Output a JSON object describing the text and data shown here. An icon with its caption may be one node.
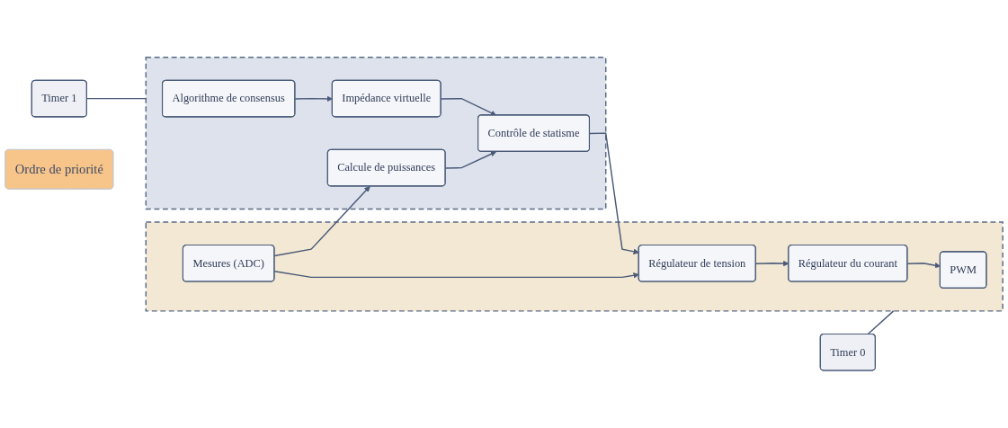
{
  "diagram": {
    "nodes": [
      {
        "text": [
          "Timer 0"
        ]
      },
      {
        "text": [],
        "shape": "box"
      },
      {
        "text": [
          "PWM"
        ],
        "in": 1
      },
      {
        "text": [
          "Régulateur du courant"
        ],
        "in": 1
      },
      {
        "text": [
          "Régulateur de tension"
        ],
        "in": 1
      },
      {
        "text": [
          "Mesures (ADC)"
        ],
        "in": 1
      },
      {
        "text": [
          "Timer 1"
        ]
      },
      {
        "text": [],
        "shape": "box"
      },
      {
        "text": [
          "Algorithme de consensus"
        ],
        "in": 7
      },
      {
        "text": [
          "Impédance virtuelle"
        ],
        "in": 7
      },
      {
        "text": [
          "Contrôle de statisme"
        ],
        "in": 7
      },
      {
        "text": [
          "Calcule de puissances"
        ],
        "in": 7
      },
      {
        "text": [
          "Ordre de priorité"
        ]
      }
    ],
    "edges": [
      {
        "from": 0,
        "to": 1,
        "arrow": "none"
      },
      {
        "from": 3,
        "to": 2,
        "arrow": "to"
      },
      {
        "from": 4,
        "to": 3,
        "arrow": "to"
      },
      {
        "from": 5,
        "to": 4,
        "arrow": "to"
      },
      {
        "from": 6,
        "to": 7,
        "arrow": "none"
      },
      {
        "from": 8,
        "to": 9,
        "arrow": "to"
      },
      {
        "from": 9,
        "to": 10,
        "arrow": "to"
      },
      {
        "from": 10,
        "to": 4,
        "arrow": "to"
      },
      {
        "from": 11,
        "to": 10,
        "arrow": "to"
      },
      {
        "from": 5,
        "to": 11,
        "arrow": "to"
      }
    ]
  }
}
